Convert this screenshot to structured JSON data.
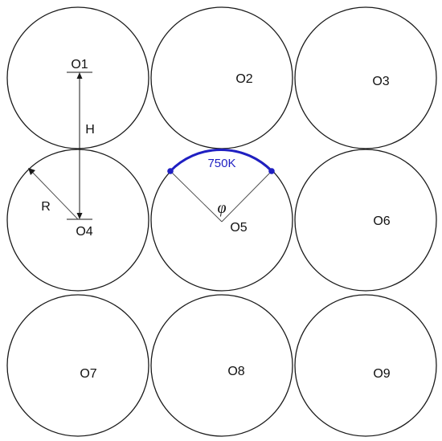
{
  "circles": [
    {
      "id": "O1",
      "label": "O1"
    },
    {
      "id": "O2",
      "label": "O2"
    },
    {
      "id": "O3",
      "label": "O3"
    },
    {
      "id": "O4",
      "label": "O4"
    },
    {
      "id": "O5",
      "label": "O5"
    },
    {
      "id": "O6",
      "label": "O6"
    },
    {
      "id": "O7",
      "label": "O7"
    },
    {
      "id": "O8",
      "label": "O8"
    },
    {
      "id": "O9",
      "label": "O9"
    }
  ],
  "annotations": {
    "pitch_label": "H",
    "radius_label": "R",
    "angle_label": "φ",
    "temperature_label": "750K"
  },
  "colors": {
    "outline": "#1a1a1a",
    "heated_arc": "#1f1fc2"
  }
}
